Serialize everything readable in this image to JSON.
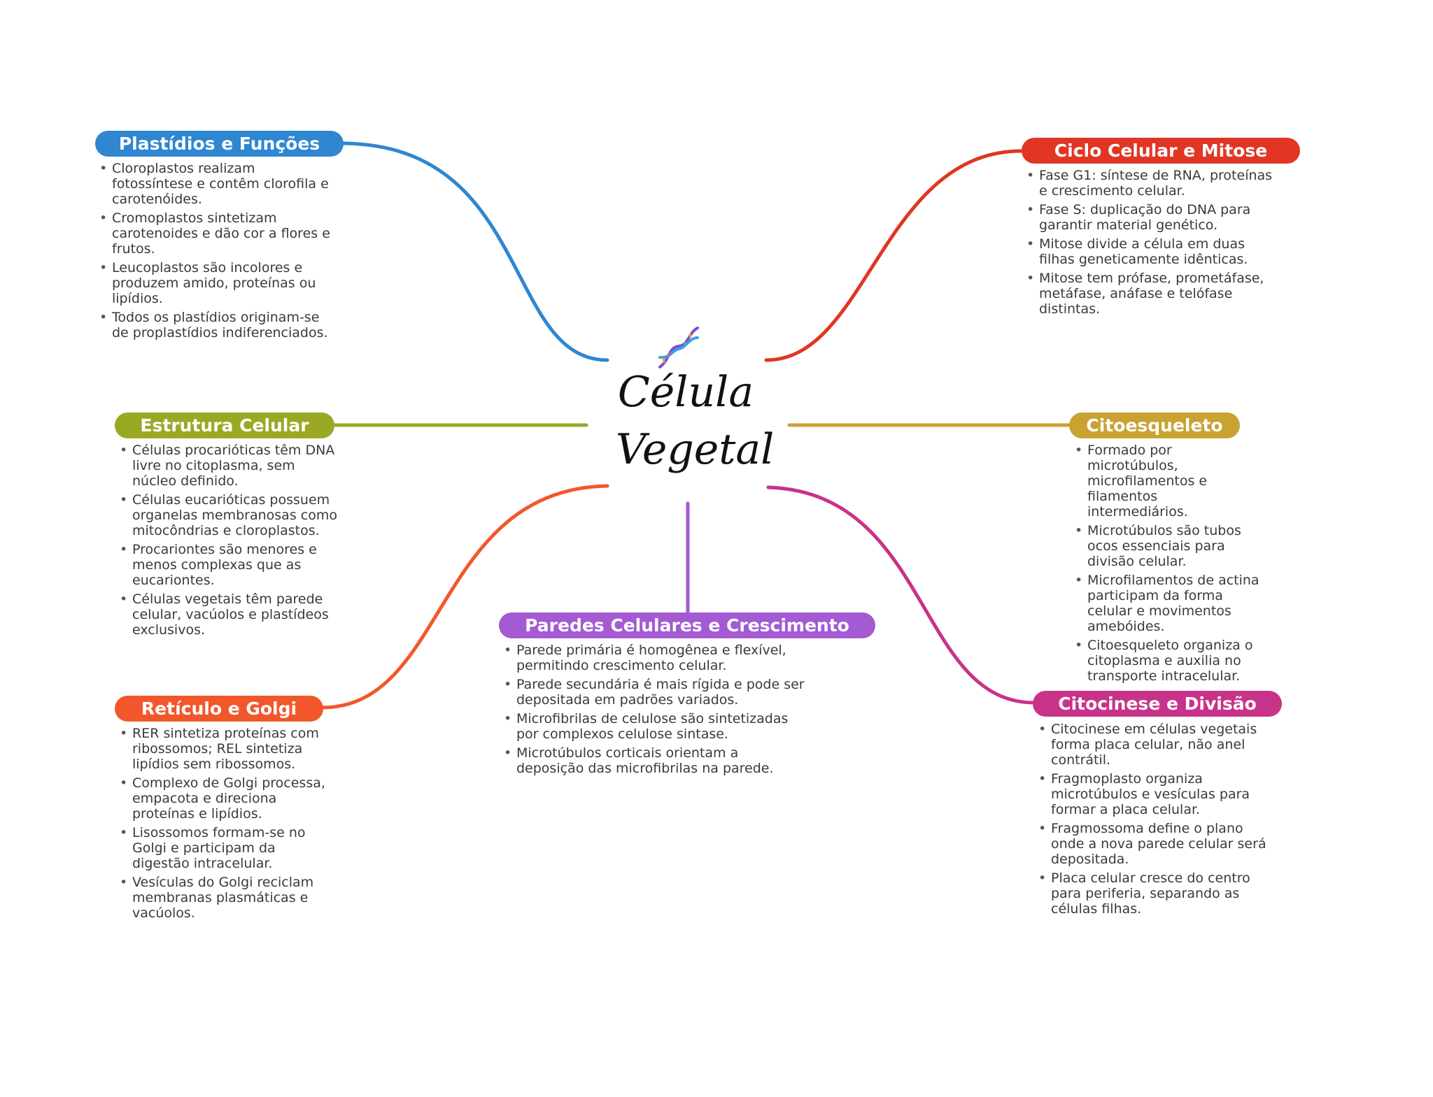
{
  "center": {
    "line1": "Célula",
    "line2": "Vegetal",
    "icon": "dna-icon"
  },
  "colors": {
    "plastidios": "#2f86d1",
    "ciclo": "#e03623",
    "estrutura": "#9aa824",
    "citoesqueleto": "#c9a232",
    "reticulo": "#f2572b",
    "paredes": "#a35ad3",
    "citocinese": "#c83289"
  },
  "branches": {
    "plastidios": {
      "title": "Plastídios e Funções",
      "items": [
        "Cloroplastos realizam fotossíntese e contêm clorofila e carotenóides.",
        "Cromoplastos sintetizam carotenoides e dão cor a flores e frutos.",
        "Leucoplastos são incolores e produzem amido, proteínas ou lipídios.",
        "Todos os plastídios originam-se de proplastídios indiferenciados."
      ]
    },
    "ciclo": {
      "title": "Ciclo Celular e Mitose",
      "items": [
        "Fase G1: síntese de RNA, proteínas e crescimento celular.",
        "Fase S: duplicação do DNA para garantir material genético.",
        "Mitose divide a célula em duas filhas geneticamente idênticas.",
        "Mitose tem prófase, prometáfase, metáfase, anáfase e telófase distintas."
      ]
    },
    "estrutura": {
      "title": "Estrutura Celular",
      "items": [
        "Células procarióticas têm DNA livre no citoplasma, sem núcleo definido.",
        "Células eucarióticas possuem organelas membranosas como mitocôndrias e cloroplastos.",
        "Procariontes são menores e menos complexas que as eucariontes.",
        "Células vegetais têm parede celular, vacúolos e plastídeos exclusivos."
      ]
    },
    "citoesqueleto": {
      "title": "Citoesqueleto",
      "items": [
        "Formado por microtúbulos, microfilamentos e filamentos intermediários.",
        "Microtúbulos são tubos ocos essenciais para divisão celular.",
        "Microfilamentos de actina participam da forma celular e movimentos amebóides.",
        "Citoesqueleto organiza o citoplasma e auxilia no transporte intracelular."
      ]
    },
    "reticulo": {
      "title": "Retículo e Golgi",
      "items": [
        "RER sintetiza proteínas com ribossomos; REL sintetiza lipídios sem ribossomos.",
        "Complexo de Golgi processa, empacota e direciona proteínas e lipídios.",
        "Lisossomos formam-se no Golgi e participam da digestão intracelular.",
        "Vesículas do Golgi reciclam membranas plasmáticas e vacúolos."
      ]
    },
    "paredes": {
      "title": "Paredes Celulares e Crescimento",
      "items": [
        "Parede primária é homogênea e flexível, permitindo crescimento celular.",
        "Parede secundária é mais rígida e pode ser depositada em padrões variados.",
        "Microfibrilas de celulose são sintetizadas por complexos celulose sintase.",
        "Microtúbulos corticais orientam a deposição das microfibrilas na parede."
      ]
    },
    "citocinese": {
      "title": "Citocinese e Divisão",
      "items": [
        "Citocinese em células vegetais forma placa celular, não anel contrátil.",
        "Fragmoplasto organiza microtúbulos e vesículas para formar a placa celular.",
        "Fragmossoma define o plano onde a nova parede celular será depositada.",
        "Placa celular cresce do centro para periferia, separando as células filhas."
      ]
    }
  }
}
